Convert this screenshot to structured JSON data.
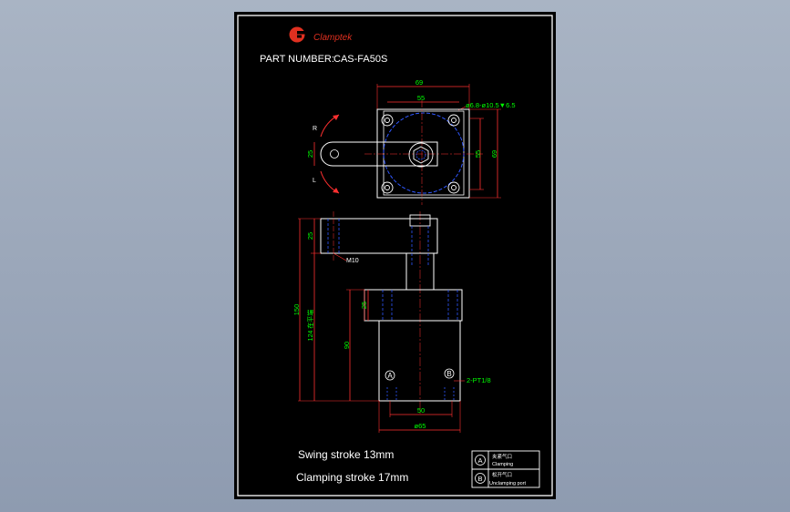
{
  "colors": {
    "background": "#9aa6b8",
    "sheet": "#000000",
    "frame": "#ffffff",
    "dimension": "#ff3030",
    "measure_text": "#00ff00",
    "hidden": "#2f57ff",
    "logo": "#e03020"
  },
  "logo": {
    "text": "Clamptek"
  },
  "part_number": {
    "label": "PART NUMBER:",
    "value": "CAS-FA50S"
  },
  "top_view": {
    "dim_width_outer": "69",
    "dim_width_inner": "55",
    "dim_height_inner": "55",
    "dim_height_outer": "69",
    "hole_callout": "ø6.8-ø10.5▼6.5",
    "dim_arm": "25",
    "rotate_right": "R",
    "rotate_left": "L"
  },
  "side_view": {
    "dim_arm": "25",
    "thread": "M10",
    "dim_total": "150",
    "dim_stroke": "124 在平端",
    "dim_body_top": "25",
    "dim_body": "90",
    "dim_bottom_inner": "50",
    "dim_bottom_outer": "ø65",
    "port_a": "A",
    "port_b": "B",
    "port_callout": "2-PT1/8"
  },
  "notes": {
    "swing": "Swing stroke 13mm",
    "clamping": "Clamping stroke 17mm"
  },
  "legend": [
    {
      "symbol": "A",
      "cn": "夹紧气口",
      "en": "Clamping"
    },
    {
      "symbol": "B",
      "cn": "松开气口",
      "en": "Unclamping port"
    }
  ]
}
